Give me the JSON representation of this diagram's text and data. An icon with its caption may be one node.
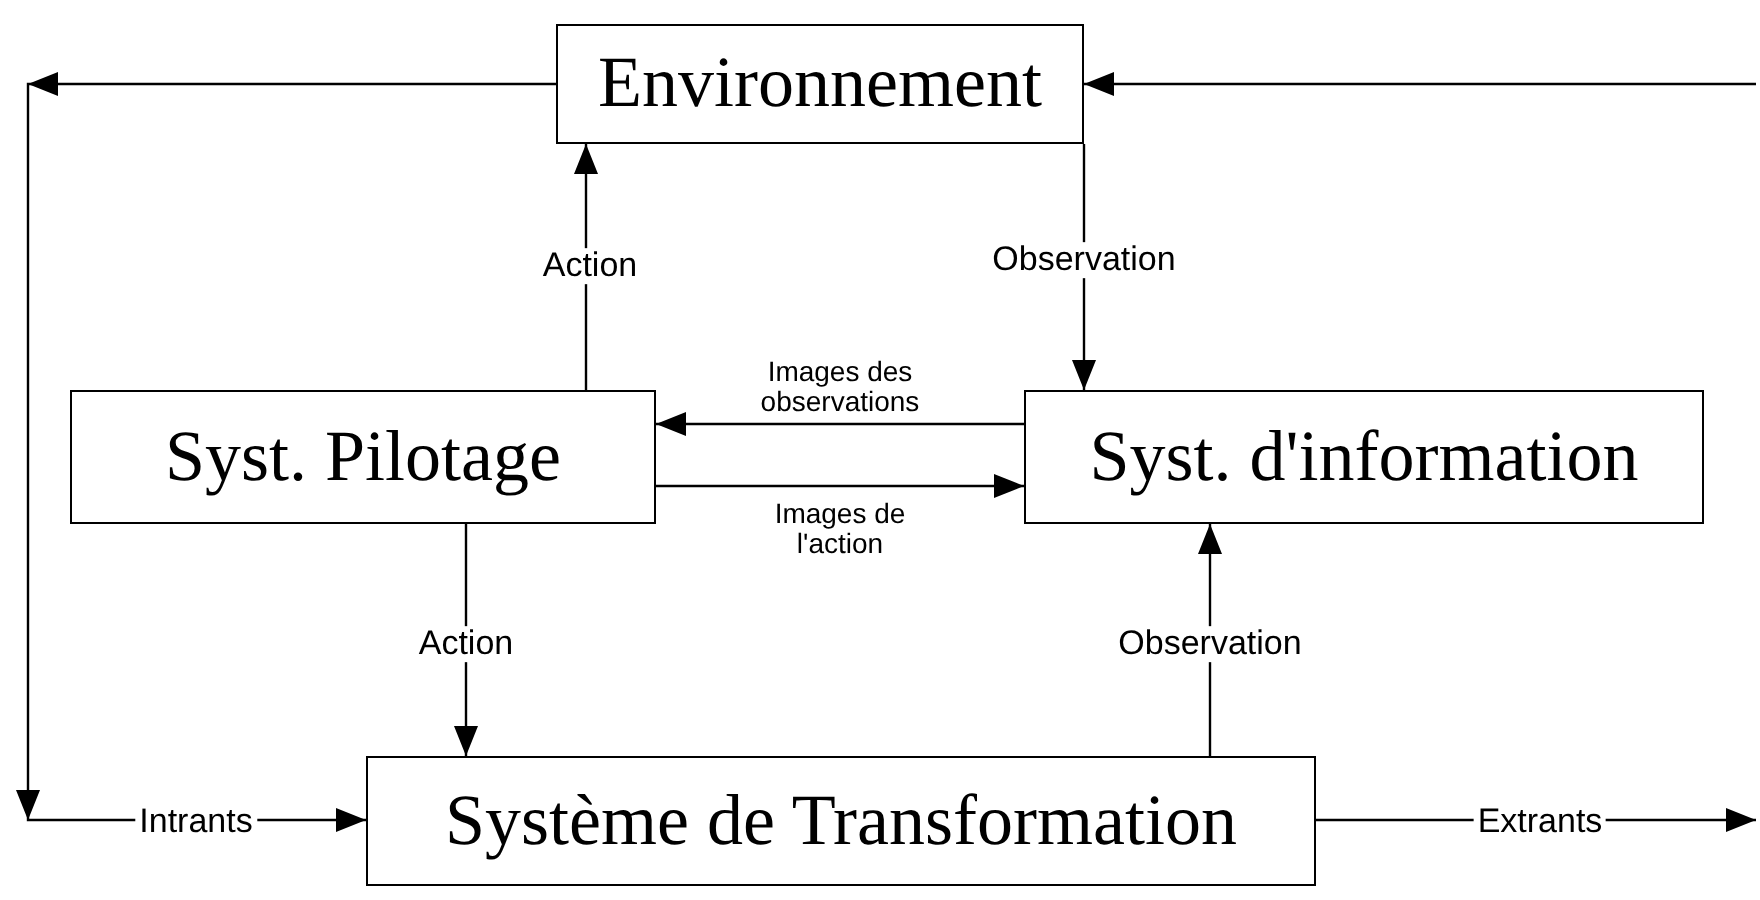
{
  "diagram": {
    "nodes": [
      {
        "text": [
          "Environnement"
        ]
      },
      {
        "text": [
          "Syst. Pilotage"
        ]
      },
      {
        "text": [
          "Syst. d'information"
        ]
      },
      {
        "text": [
          "Système de Transformation"
        ]
      }
    ],
    "edges": [
      {
        "from": 1,
        "to": 0,
        "arrow": "to",
        "label": "Action"
      },
      {
        "from": 0,
        "to": 2,
        "arrow": "to",
        "label": "Observation"
      },
      {
        "from": 2,
        "to": 1,
        "arrow": "to",
        "label": "Images des observations"
      },
      {
        "from": 1,
        "to": 2,
        "arrow": "to",
        "label": "Images de l'action"
      },
      {
        "from": 1,
        "to": 3,
        "arrow": "to",
        "label": "Action"
      },
      {
        "from": 3,
        "to": 2,
        "arrow": "to",
        "label": "Observation"
      },
      {
        "from": 0,
        "to": 3,
        "arrow": "to",
        "label": "Intrants"
      },
      {
        "from": null,
        "to": 0,
        "arrow": "to"
      },
      {
        "from": 3,
        "to": null,
        "arrow": "to",
        "label": "Extrants"
      }
    ]
  }
}
